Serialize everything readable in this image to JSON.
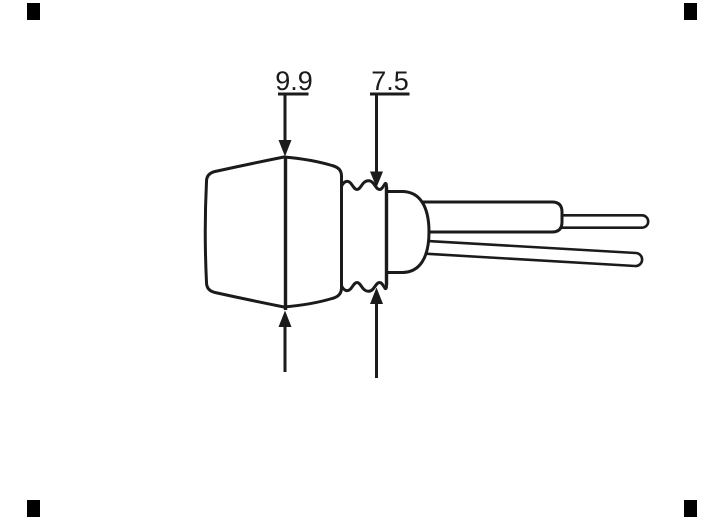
{
  "drawing": {
    "type": "technical-dimension-diagram",
    "subject": "indicator lamp side view with dimension callouts",
    "dimension_labels": [
      {
        "id": "cap-height",
        "value": "9.9"
      },
      {
        "id": "bushing-height",
        "value": "7.5"
      }
    ],
    "colors": {
      "line": "#1b1b1b",
      "background": "#ffffff",
      "crop_marks": "#000000"
    }
  }
}
